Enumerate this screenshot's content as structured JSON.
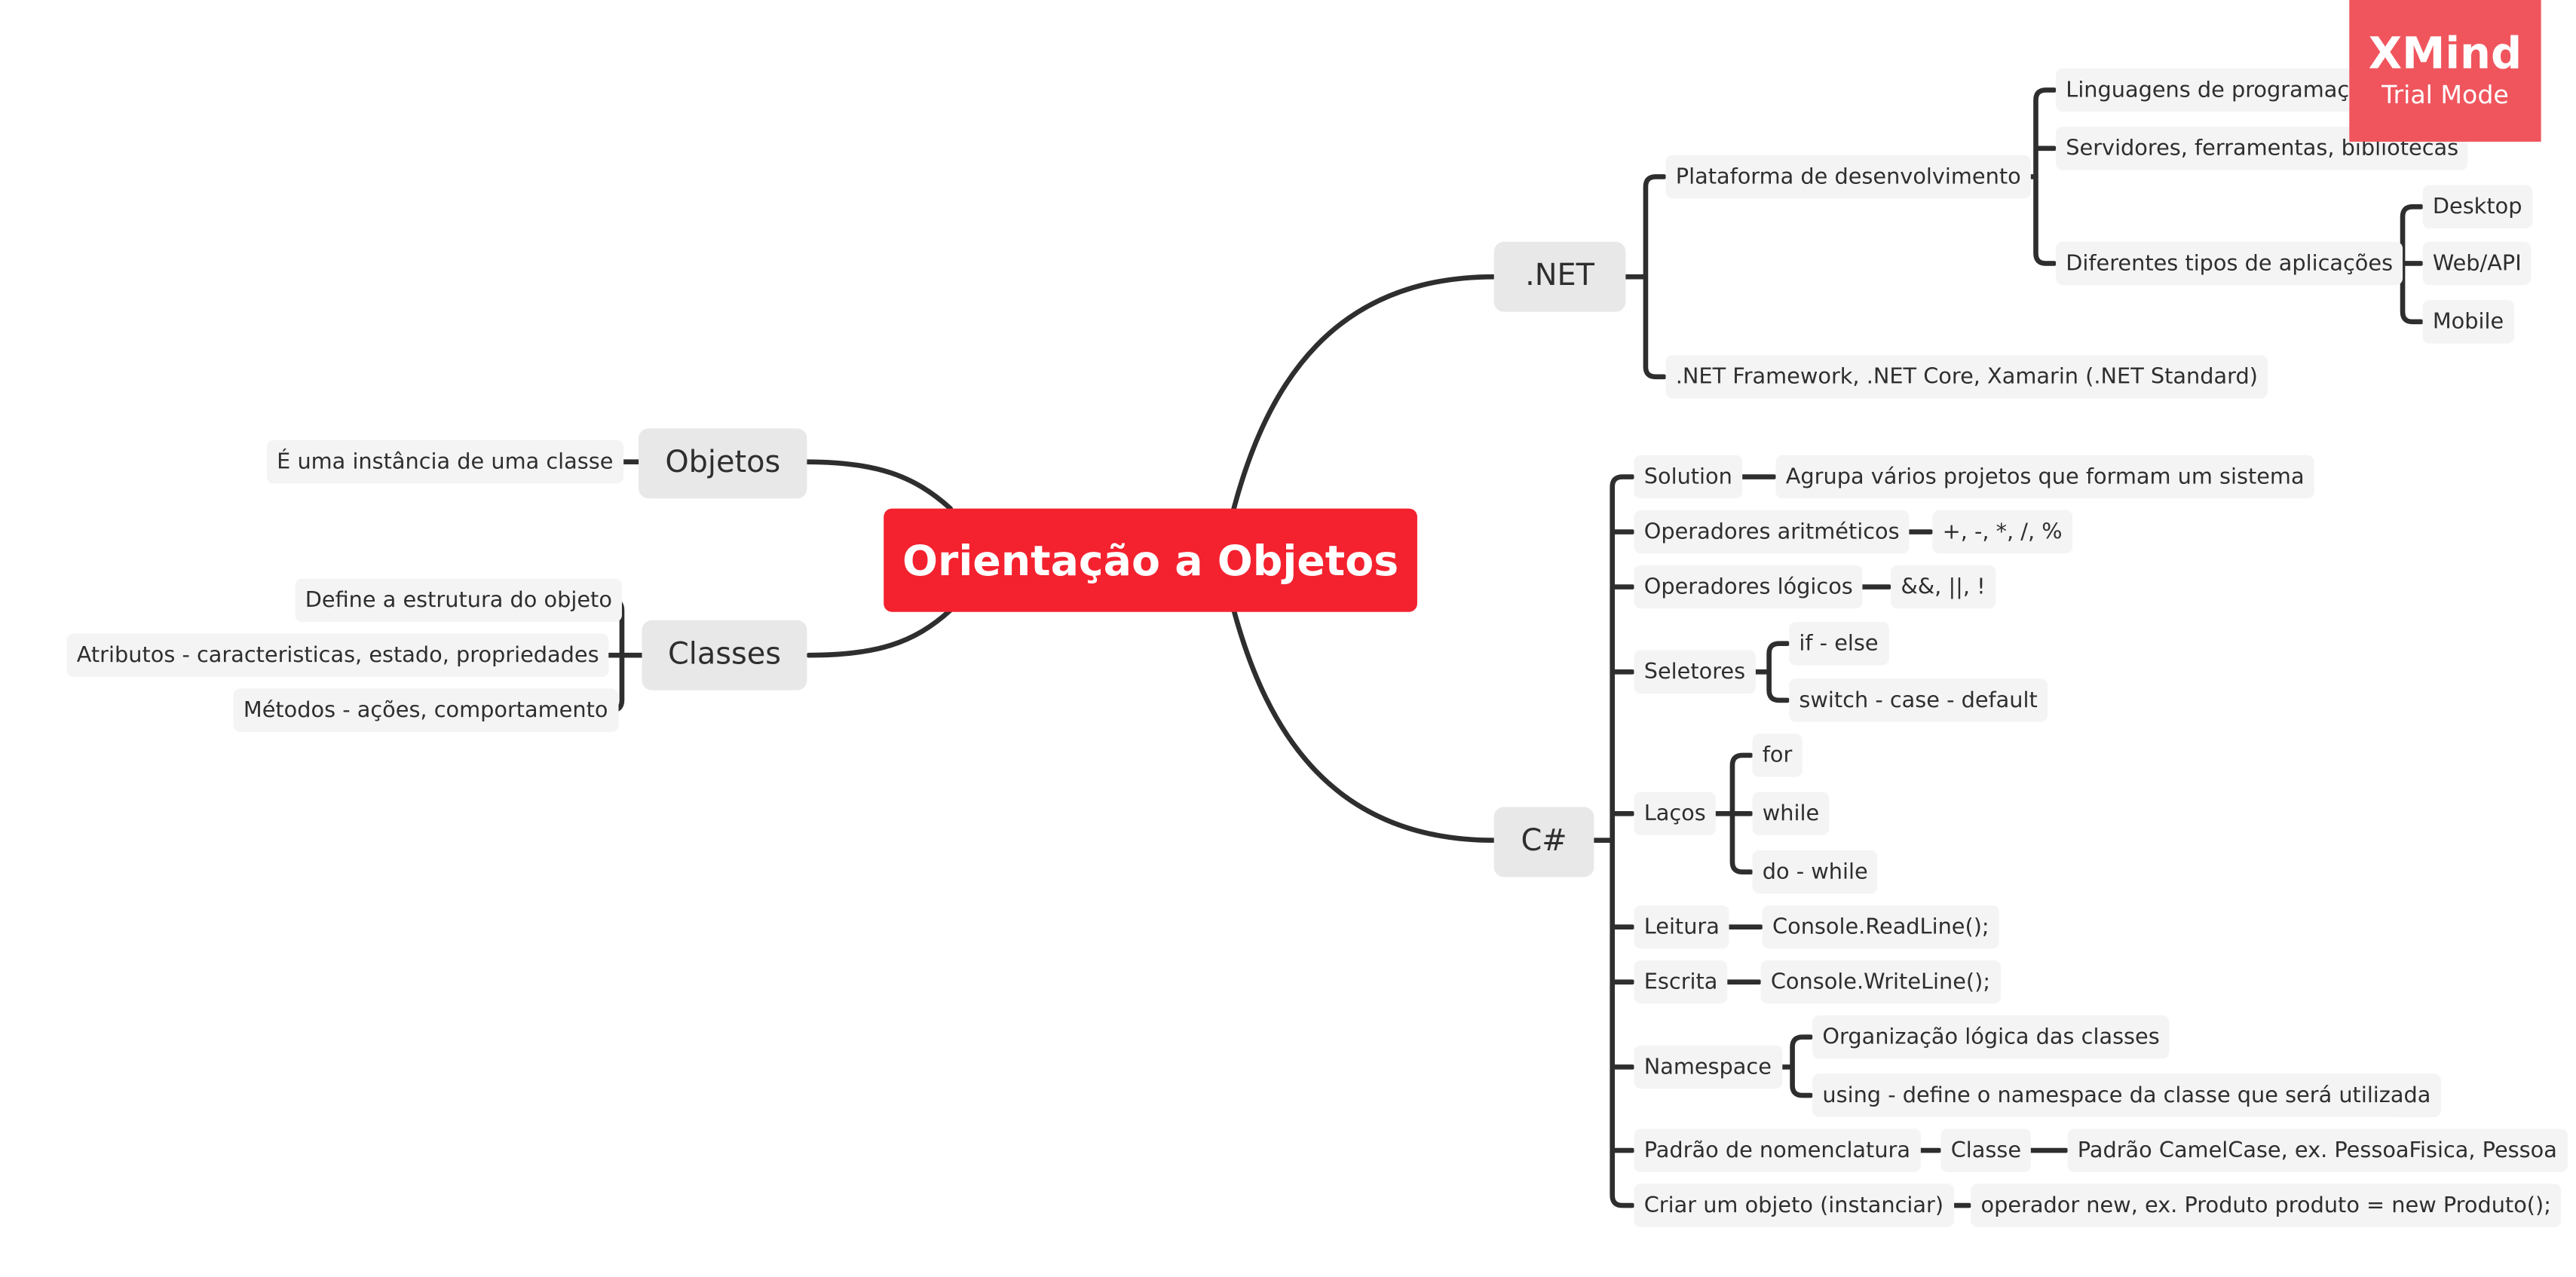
{
  "central": "Orientação a Objetos",
  "branches": {
    "objetos": "Objetos",
    "classes": "Classes",
    "net": ".NET",
    "csharp": "C#"
  },
  "objetos": {
    "instancia": "É uma instância de uma classe"
  },
  "classes": {
    "estrutura": "Define a estrutura do objeto",
    "atributos": "Atributos - caracteristicas, estado, propriedades",
    "metodos": "Métodos - ações, comportamento"
  },
  "net": {
    "plataforma": "Plataforma de desenvolvimento",
    "linguagens": "Linguagens de programação",
    "servidores": "Servidores, ferramentas, bibliotecas",
    "tipos": "Diferentes tipos de aplicações",
    "desktop": "Desktop",
    "webapi": "Web/API",
    "mobile": "Mobile",
    "frameworks": ".NET Framework, .NET Core, Xamarin (.NET Standard)"
  },
  "csharp": {
    "solution": "Solution",
    "solution_desc": "Agrupa vários projetos que formam um sistema",
    "op_arit": "Operadores aritméticos",
    "op_arit_val": "+, -, *, /, %",
    "op_log": "Operadores lógicos",
    "op_log_val": "&&, ||, !",
    "seletores": "Seletores",
    "if_else": "if - else",
    "switch_case": "switch - case - default",
    "lacos": "Laços",
    "for": "for",
    "while": "while",
    "do_while": "do - while",
    "leitura": "Leitura",
    "leitura_val": "Console.ReadLine();",
    "escrita": "Escrita",
    "escrita_val": "Console.WriteLine();",
    "namespace": "Namespace",
    "ns_org": "Organização lógica das classes",
    "ns_using": "using - define o namespace da classe que será utilizada",
    "padrao": "Padrão de nomenclatura",
    "classe": "Classe",
    "camel": "Padrão CamelCase, ex. PessoaFisica, Pessoa",
    "criar": "Criar um objeto (instanciar)",
    "criar_val": "operador new, ex. Produto produto = new Produto();"
  },
  "watermark": {
    "title": "XMind",
    "subtitle": "Trial Mode"
  },
  "colors": {
    "central": "#f4212f",
    "line": "#2e2e2e",
    "watermark": "#f0555d"
  }
}
